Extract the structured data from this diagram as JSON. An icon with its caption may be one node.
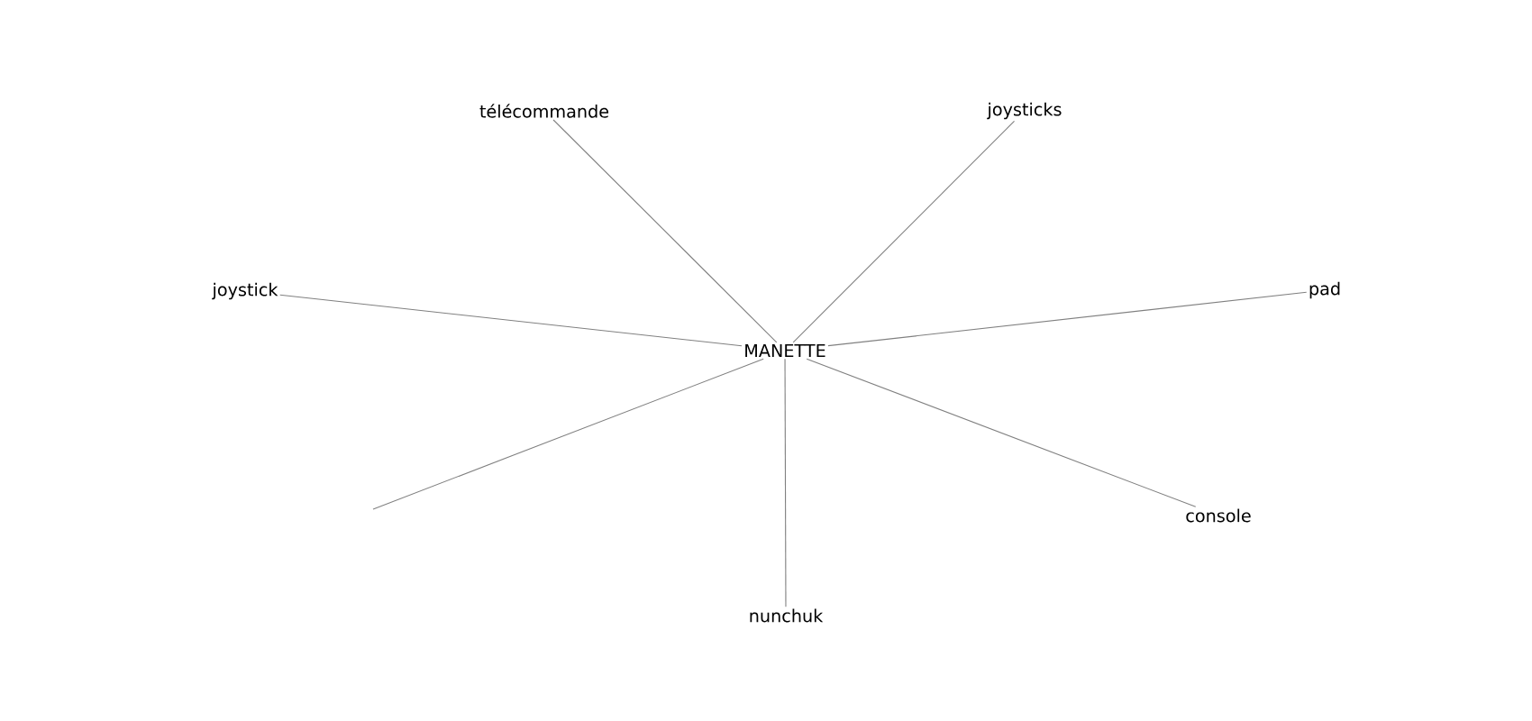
{
  "diagram": {
    "nodes": [
      {
        "text": [
          "MANETTE"
        ]
      },
      {
        "text": [
          "télécommande"
        ]
      },
      {
        "text": [
          "joysticks"
        ]
      },
      {
        "text": [
          "joystick"
        ]
      },
      {
        "text": [
          "pad"
        ]
      },
      {
        "text": [
          "console"
        ]
      },
      {
        "text": [
          "nunchuk"
        ]
      }
    ],
    "edges": [
      {
        "from": 0,
        "to": 1,
        "arrow": "none"
      },
      {
        "from": 0,
        "to": 2,
        "arrow": "none"
      },
      {
        "from": 0,
        "to": 3,
        "arrow": "none"
      },
      {
        "from": 0,
        "to": 4,
        "arrow": "none"
      },
      {
        "from": 0,
        "to": null,
        "arrow": "none"
      },
      {
        "from": 0,
        "to": 5,
        "arrow": "none"
      },
      {
        "from": 0,
        "to": 6,
        "arrow": "none"
      }
    ]
  }
}
